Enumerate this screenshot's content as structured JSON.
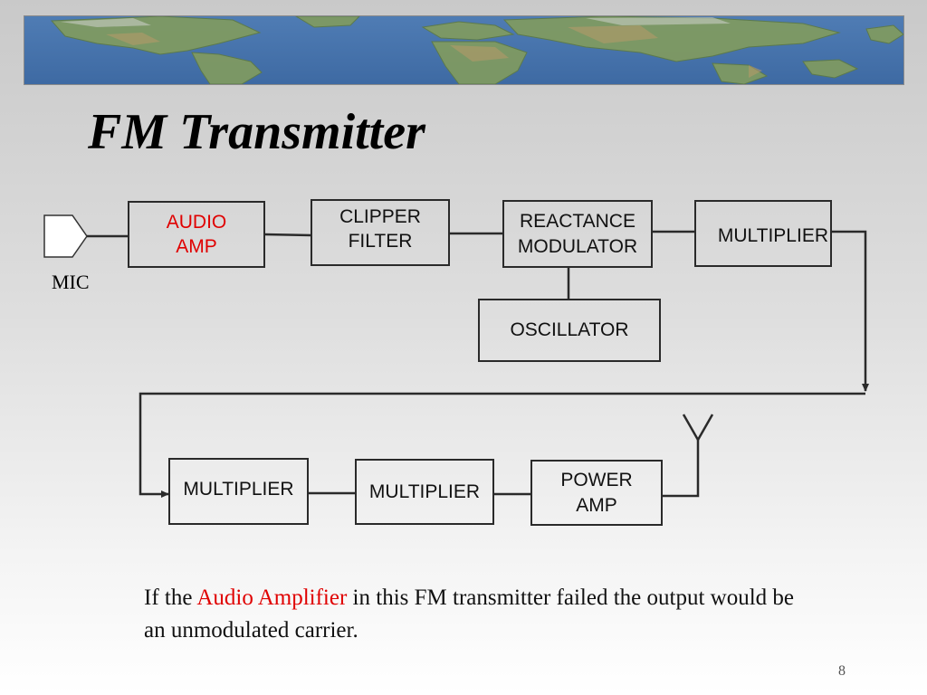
{
  "slide": {
    "title": "FM Transmitter",
    "page_number": "8"
  },
  "diagram": {
    "mic_label": "MIC",
    "blocks": {
      "audio_amp": [
        "AUDIO",
        "AMP"
      ],
      "clipper_filter": [
        "CLIPPER",
        "FILTER"
      ],
      "reactance_modulator": [
        "REACTANCE",
        "MODULATOR"
      ],
      "multiplier_1": [
        "MULTIPLIER"
      ],
      "oscillator": [
        "OSCILLATOR"
      ],
      "multiplier_2": [
        "MULTIPLIER"
      ],
      "multiplier_3": [
        "MULTIPLIER"
      ],
      "power_amp": [
        "POWER",
        "AMP"
      ]
    },
    "colors": {
      "highlight": "#e00000",
      "line": "#2a2a2a"
    }
  },
  "caption": {
    "before": "If the ",
    "highlight": "Audio Amplifier",
    "after": " in this FM transmitter failed the output would be an unmodulated carrier."
  }
}
